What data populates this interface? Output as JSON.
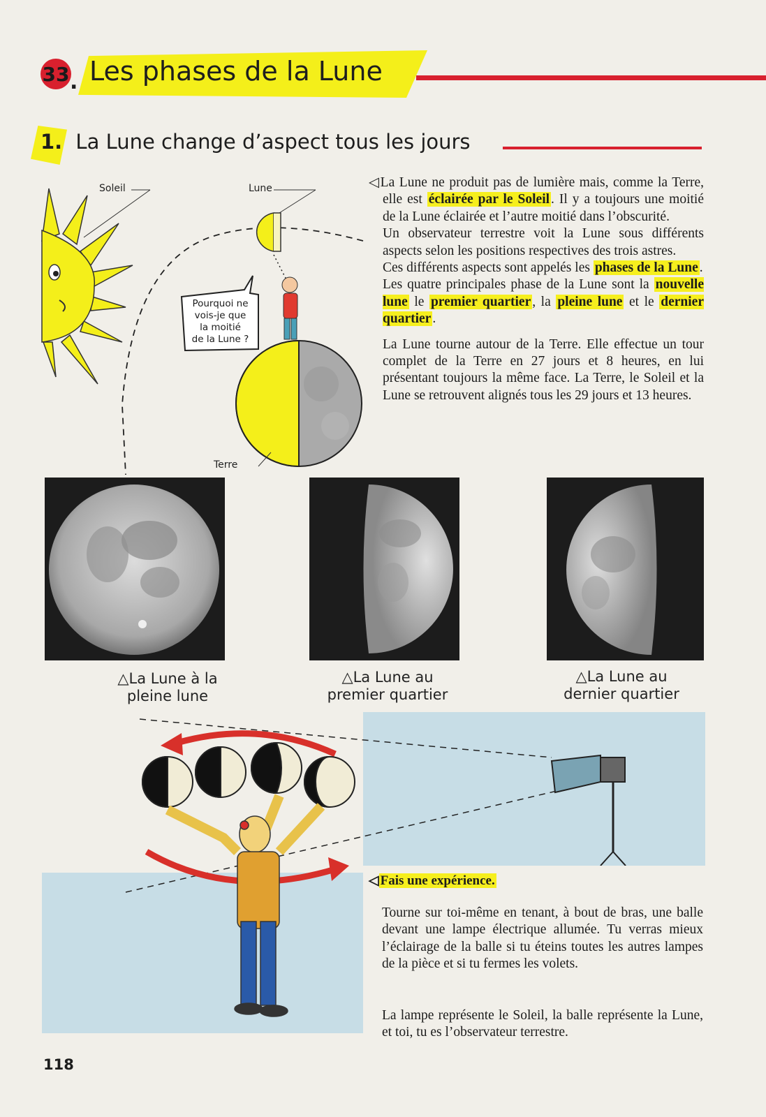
{
  "header": {
    "lesson_number": "33",
    "title": "Les phases de la Lune"
  },
  "section": {
    "number": "1.",
    "title": "La Lune change d’aspect tous les jours"
  },
  "diagram": {
    "label_soleil": "Soleil",
    "label_lune": "Lune",
    "label_terre": "Terre",
    "speech": [
      "Pourquoi ne",
      "vois-je que",
      "la moitié",
      "de la Lune ?"
    ]
  },
  "intro": {
    "p1_a": "La Lune ne produit pas de lumière mais, comme la Terre, elle est ",
    "p1_hl": "éclairée par le Soleil",
    "p1_b": ". Il y a toujours une moitié de la Lune éclairée et l’autre moitié dans l’obscurité.",
    "p2": "Un observateur terrestre voit la Lune sous différents aspects selon les positions respectives des trois astres.",
    "p3_a": "Ces différents aspects sont appelés les ",
    "p3_hl": "phases de la Lune",
    "p3_b": ".",
    "p4_a": "Les quatre principales phase de la Lune sont la ",
    "hl_nouvelle": "nouvelle lune",
    "p4_b": " le ",
    "hl_premier": "premier quartier",
    "p4_c": ", la ",
    "hl_pleine": "pleine lune",
    "p4_d": " et le ",
    "hl_dernier": "dernier quartier",
    "p4_e": ".",
    "p5": "La Lune tourne autour de la Terre. Elle effectue un tour complet de la Terre en 27 jours et 8 heures, en lui présentant toujours la même face. La Terre, le Soleil et la Lune se retrouvent alignés tous les 29 jours et 13 heures."
  },
  "photos": {
    "captions": [
      [
        "La Lune à la",
        "pleine lune"
      ],
      [
        "La Lune au",
        "premier quartier"
      ],
      [
        "La Lune au",
        "dernier quartier"
      ]
    ]
  },
  "experiment": {
    "title": "Fais une expérience.",
    "p1": "Tourne sur toi-même en tenant, à bout de bras, une balle devant une lampe électrique allumée. Tu verras mieux l’éclairage de la balle si tu éteins toutes les autres lampes de la pièce et si tu fermes les volets.",
    "p2": "La lampe représente le Soleil, la balle représente la Lune, et toi, tu es l’observateur terrestre."
  },
  "page_number": "118"
}
